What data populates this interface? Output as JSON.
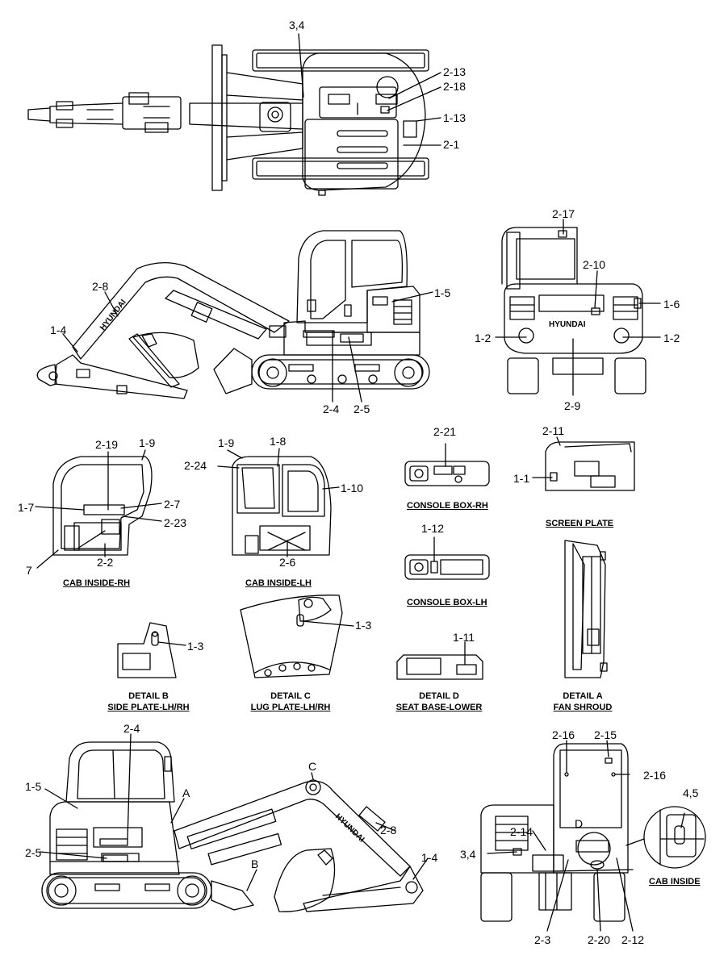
{
  "callouts": {
    "t_34": "3,4",
    "t_213": "2-13",
    "t_218": "2-18",
    "t_113": "1-13",
    "t_21": "2-1",
    "s_28": "2-8",
    "s_14": "1-4",
    "s_15": "1-5",
    "s_24": "2-4",
    "s_25": "2-5",
    "r_217": "2-17",
    "r_210": "2-10",
    "r_16": "1-6",
    "r_12a": "1-2",
    "r_12b": "1-2",
    "r_29": "2-9",
    "crh_219": "2-19",
    "crh_19": "1-9",
    "crh_17": "1-7",
    "crh_27": "2-7",
    "crh_223": "2-23",
    "crh_22": "2-2",
    "crh_7": "7",
    "clh_19": "1-9",
    "clh_18": "1-8",
    "clh_224": "2-24",
    "clh_110": "1-10",
    "clh_26": "2-6",
    "cbr_221": "2-21",
    "cbl_112": "1-12",
    "sp_211": "2-11",
    "sp_11": "1-1",
    "db_13": "1-3",
    "dc_13": "1-3",
    "dd_111": "1-11",
    "bl_24": "2-4",
    "bl_15": "1-5",
    "bl_a": "A",
    "bl_25": "2-5",
    "bl_c": "C",
    "bl_28": "2-8",
    "bl_b": "B",
    "bl_14": "1-4",
    "br_216a": "2-16",
    "br_215": "2-15",
    "br_216b": "2-16",
    "br_214": "2-14",
    "br_34": "3,4",
    "br_d": "D",
    "br_23": "2-3",
    "br_220": "2-20",
    "br_212": "2-12",
    "ci_45": "4,5"
  },
  "captions": {
    "console_rh": "CONSOLE BOX-RH",
    "screen_plate": "SCREEN PLATE",
    "cab_rh": "CAB INSIDE-RH",
    "cab_lh": "CAB INSIDE-LH",
    "console_lh": "CONSOLE BOX-LH",
    "detail_b_1": "DETAIL B",
    "detail_b_2": "SIDE PLATE-LH/RH",
    "detail_c_1": "DETAIL C",
    "detail_c_2": "LUG PLATE-LH/RH",
    "detail_d_1": "DETAIL D",
    "detail_d_2": "SEAT BASE-LOWER",
    "detail_a_1": "DETAIL A",
    "detail_a_2": "FAN SHROUD",
    "cab_inside": "CAB INSIDE"
  },
  "decals": {
    "brand_side": "HYUNDAI",
    "brand_rear": "HYUNDAI",
    "brand_boom_bottom": "HYUNDAI"
  }
}
